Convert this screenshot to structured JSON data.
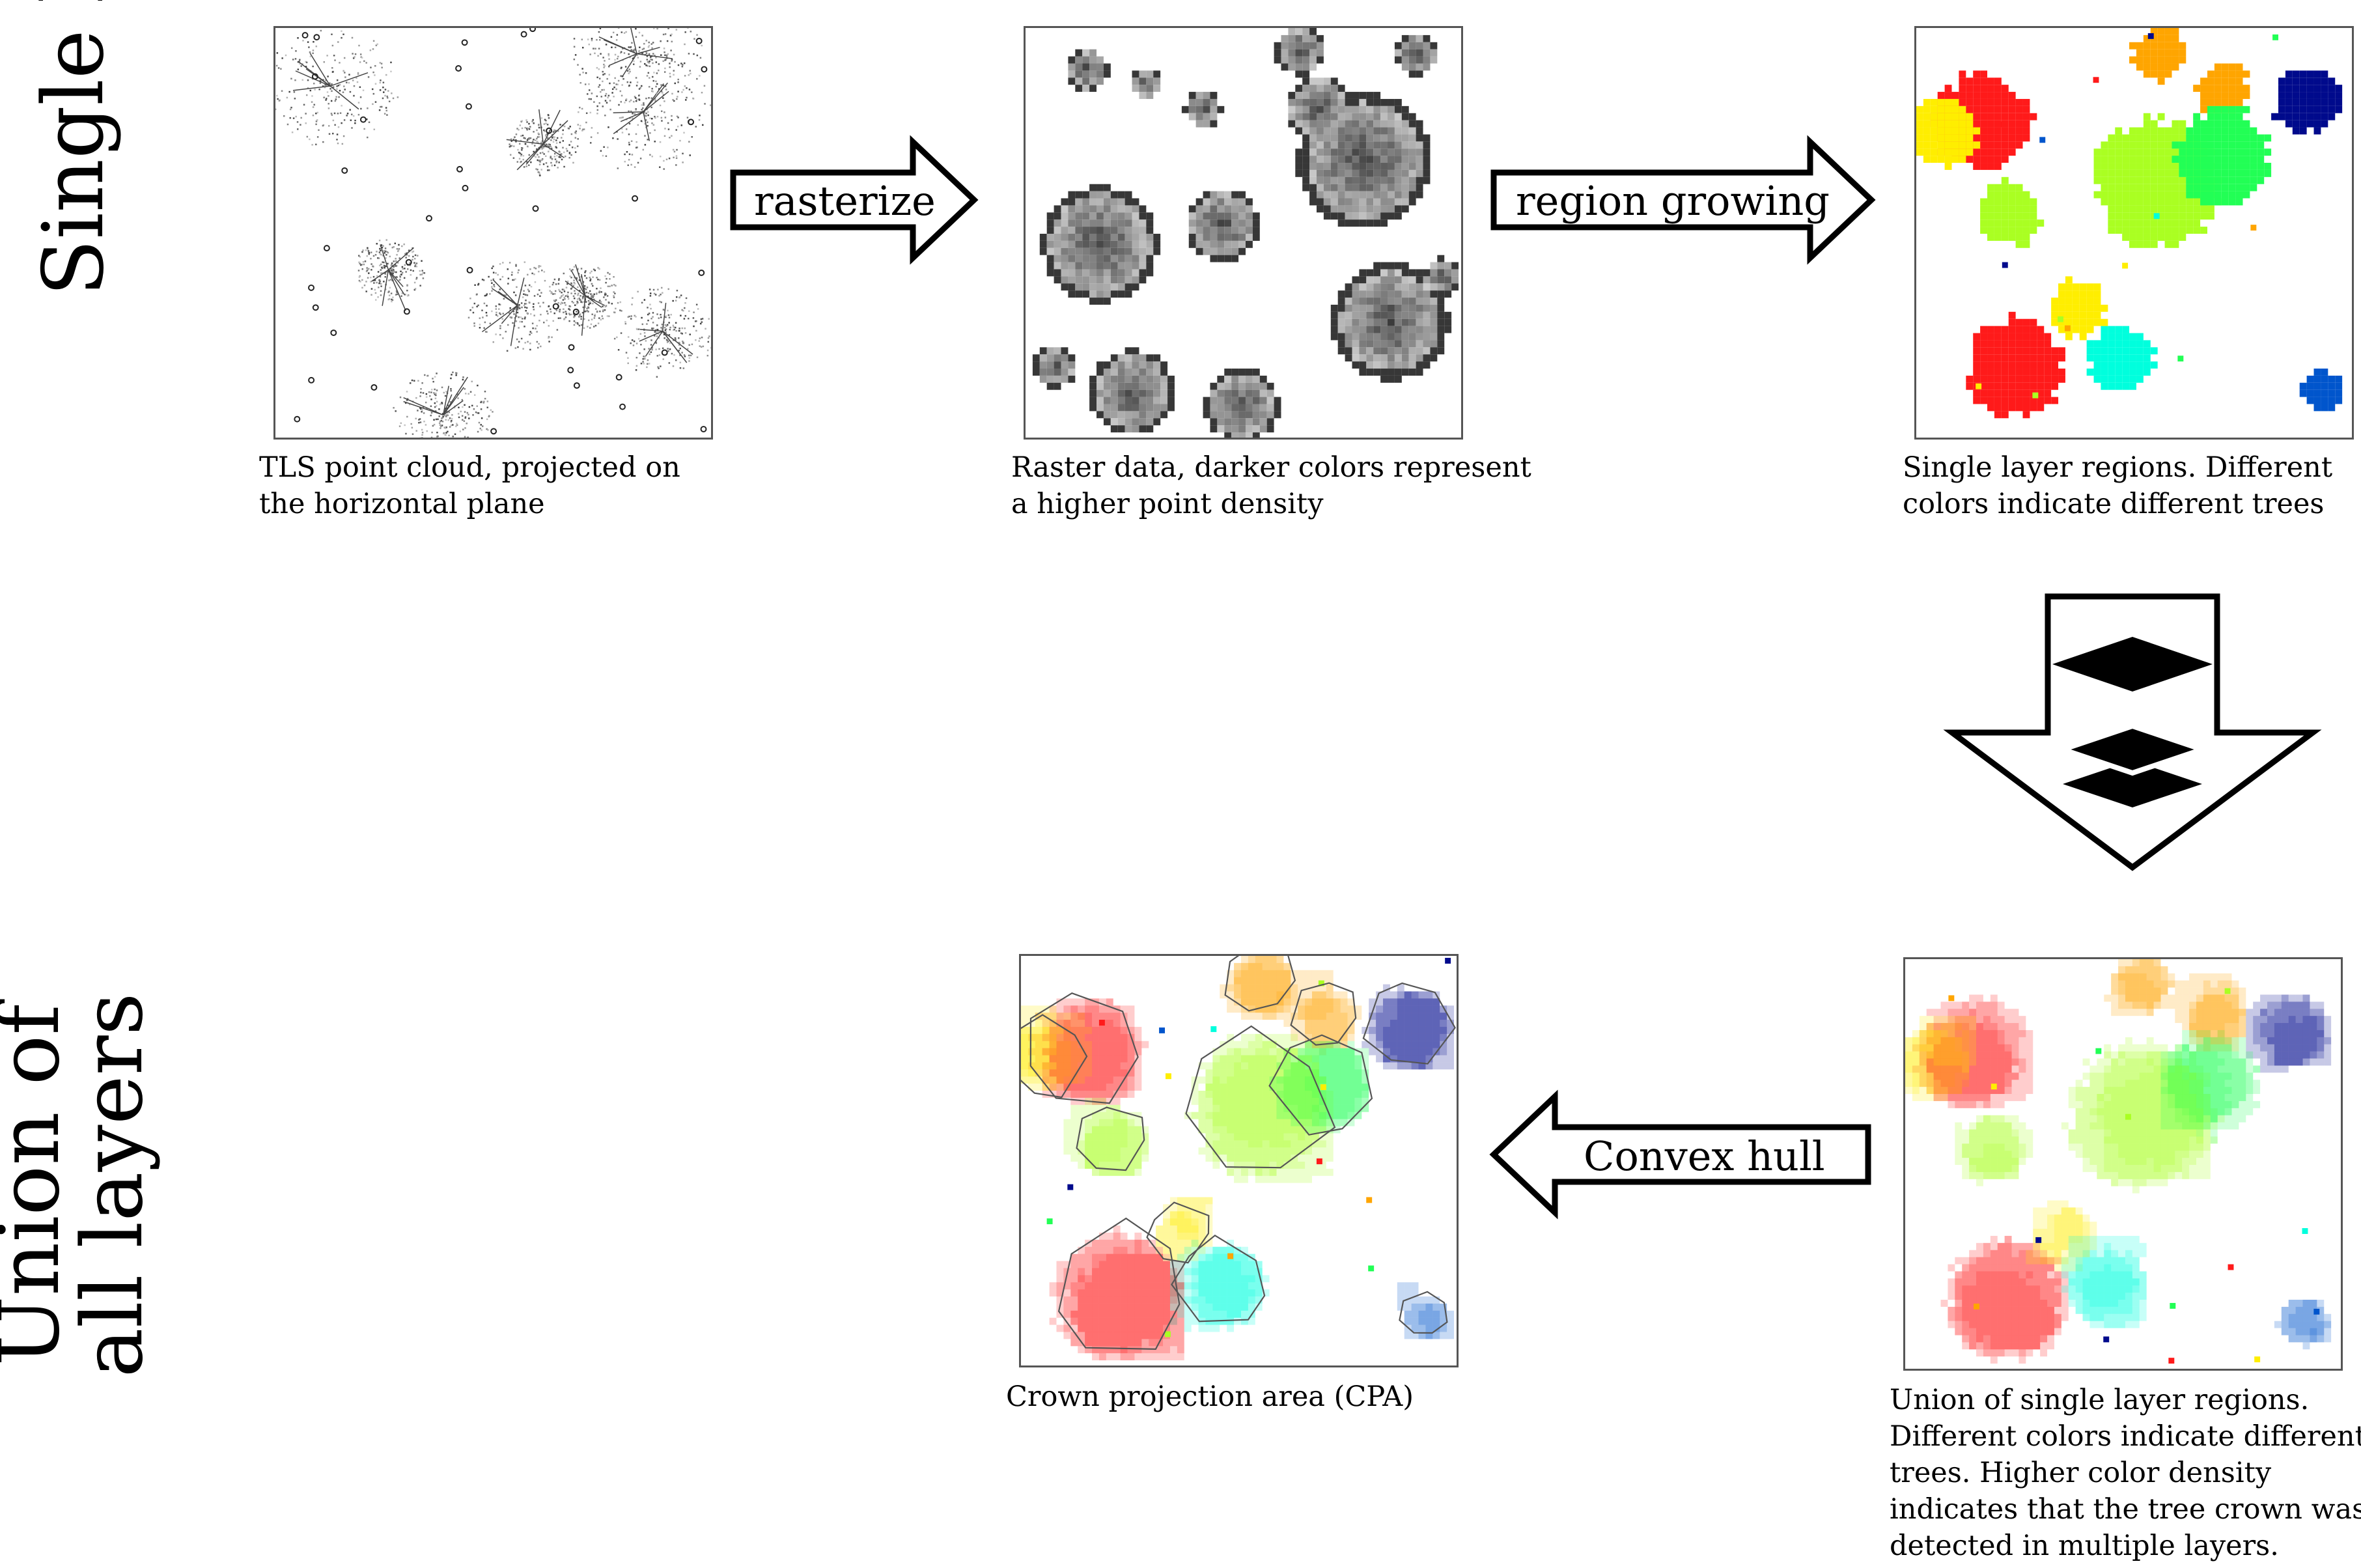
{
  "row_labels": {
    "single_layer": "Single layer",
    "union_line1": "Union of",
    "union_line2": "all layers"
  },
  "arrows": {
    "rasterize": "rasterize",
    "region_growing": "region growing",
    "convex_hull": "Convex hull",
    "stack_icon": "layers-stack-icon"
  },
  "captions": {
    "point_cloud": [
      "TLS point cloud, projected on",
      "the horizontal plane"
    ],
    "raster": [
      "Raster data, darker colors represent",
      "a higher point density"
    ],
    "single_regions": [
      "Single layer regions. Different",
      "colors indicate different trees"
    ],
    "cpa": [
      "Crown projection area (CPA)"
    ],
    "union": [
      "Union of single layer regions.",
      "Different colors indicate different",
      "trees. Higher color density",
      "indicates that the tree crown was",
      "detected in multiple layers."
    ]
  },
  "colors": {
    "red": "#ff1a1a",
    "yellow": "#ffee00",
    "orange": "#ffa500",
    "navy": "#000a8c",
    "lime": "#aaff22",
    "green": "#22ff55",
    "cyan": "#00ffdd",
    "blue": "#0055cc"
  }
}
